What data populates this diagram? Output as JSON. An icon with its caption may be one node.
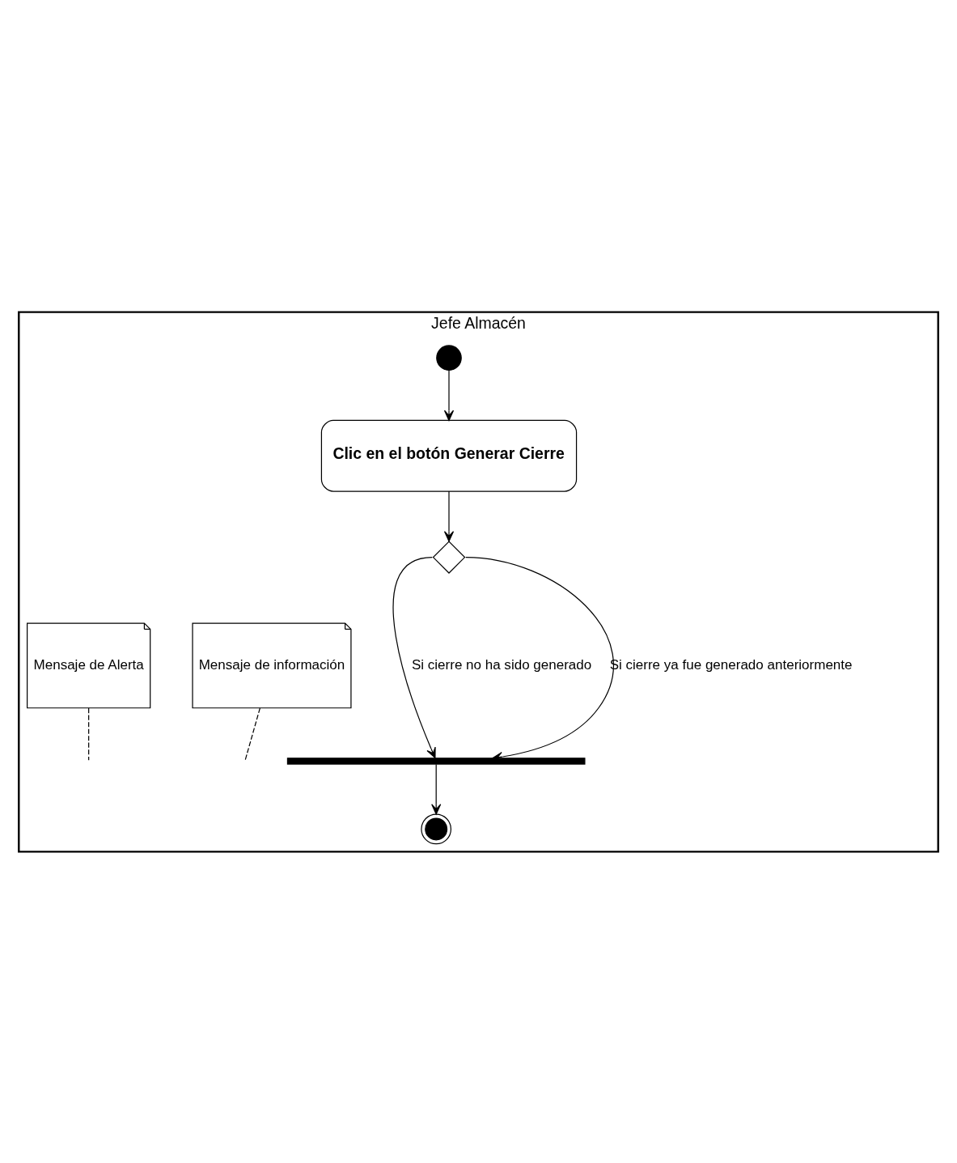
{
  "diagram": {
    "nodes": [
      {
        "text": [
          "Jefe Almacén"
        ]
      },
      {
        "text": [],
        "shape": "circle",
        "in": 0
      },
      {
        "text": [
          "Clic en el botón Generar Cierre"
        ],
        "in": 0
      },
      {
        "text": [],
        "shape": "diamond",
        "in": 0
      },
      {
        "text": [
          "Mensaje de información"
        ],
        "in": 0
      },
      {
        "text": [
          "Mensaje de Alerta"
        ],
        "in": 0
      },
      {
        "text": [],
        "shape": "bar",
        "in": 0
      },
      {
        "text": [],
        "shape": "circle",
        "in": 0
      }
    ],
    "edges": [
      {
        "from": 1,
        "to": 2,
        "arrow": "to"
      },
      {
        "from": 2,
        "to": 3,
        "arrow": "to"
      },
      {
        "from": 3,
        "to": 6,
        "arrow": "to",
        "label": "Si cierre no ha sido generado"
      },
      {
        "from": 3,
        "to": 6,
        "arrow": "to",
        "label": "Si cierre ya fue generado anteriormente"
      },
      {
        "from": 4,
        "to": null,
        "arrow": "none",
        "style": "dashed"
      },
      {
        "from": 5,
        "to": null,
        "arrow": "none",
        "style": "dashed"
      },
      {
        "from": 6,
        "to": 7,
        "arrow": "to"
      }
    ]
  }
}
